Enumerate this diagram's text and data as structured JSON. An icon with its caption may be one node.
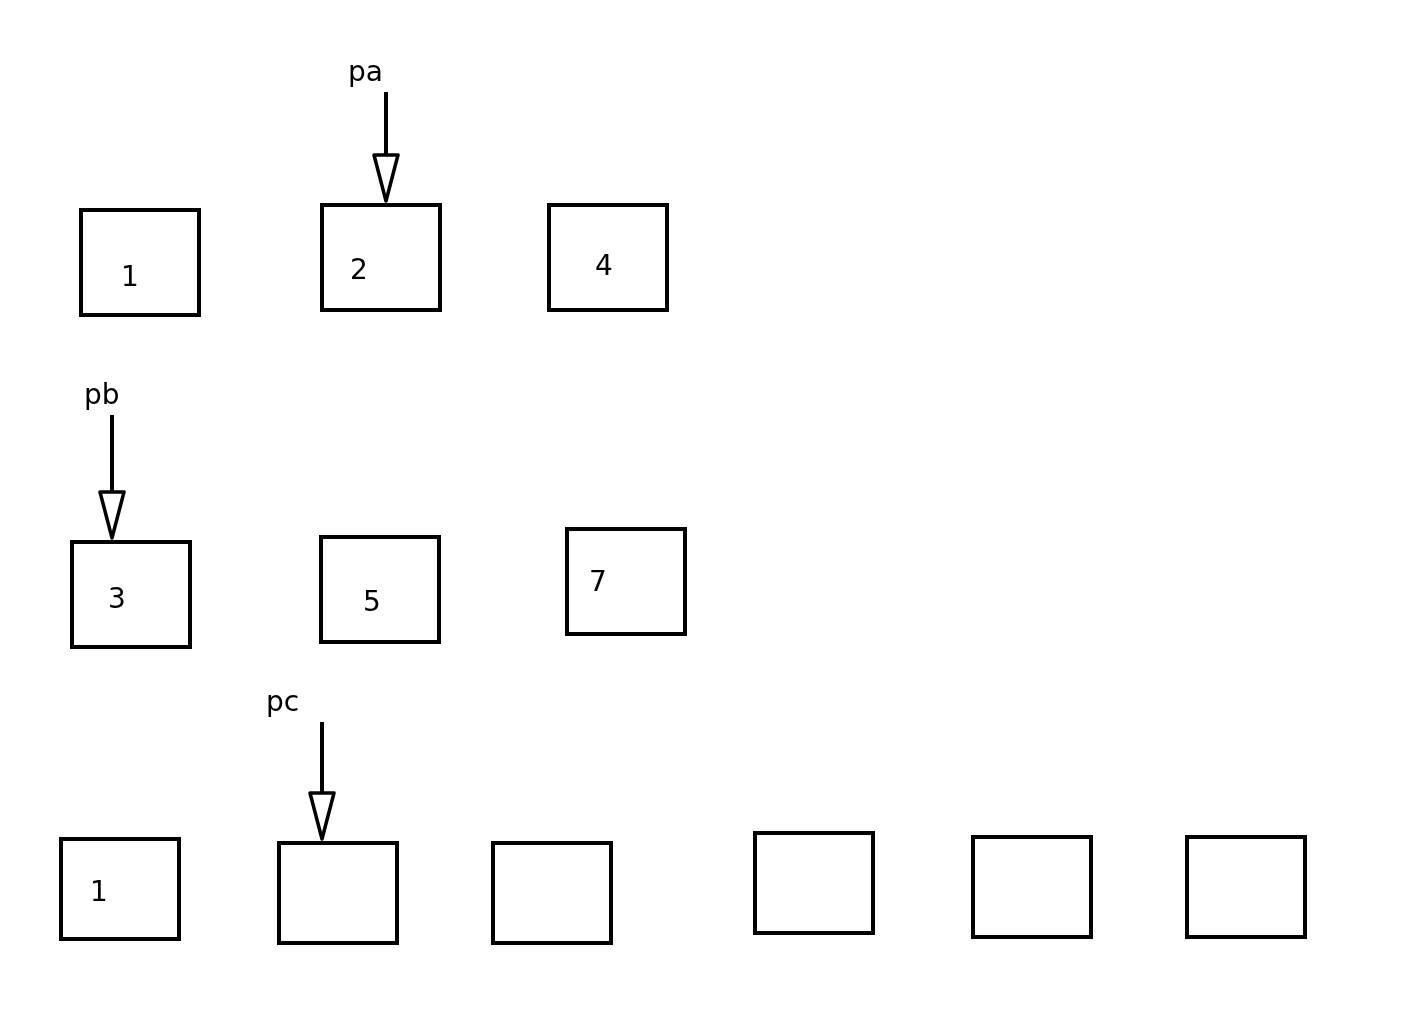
{
  "diagram": {
    "nodes": [
      {
        "text": [
          "pa"
        ]
      },
      {
        "text": [
          "1"
        ]
      },
      {
        "text": [
          "2"
        ]
      },
      {
        "text": [
          "4"
        ]
      },
      {
        "text": [
          "pb"
        ]
      },
      {
        "text": [
          "3"
        ]
      },
      {
        "text": [
          "5"
        ]
      },
      {
        "text": [
          "7"
        ]
      },
      {
        "text": [
          "pc"
        ]
      },
      {
        "text": [
          "1"
        ]
      },
      {
        "text": [],
        "shape": "box"
      },
      {
        "text": [],
        "shape": "box"
      },
      {
        "text": [],
        "shape": "box"
      },
      {
        "text": [],
        "shape": "box"
      },
      {
        "text": [],
        "shape": "box"
      }
    ],
    "edges": [
      {
        "from": 0,
        "to": 2,
        "arrow": "to"
      },
      {
        "from": 4,
        "to": 5,
        "arrow": "to"
      },
      {
        "from": 8,
        "to": 10,
        "arrow": "to"
      }
    ]
  }
}
